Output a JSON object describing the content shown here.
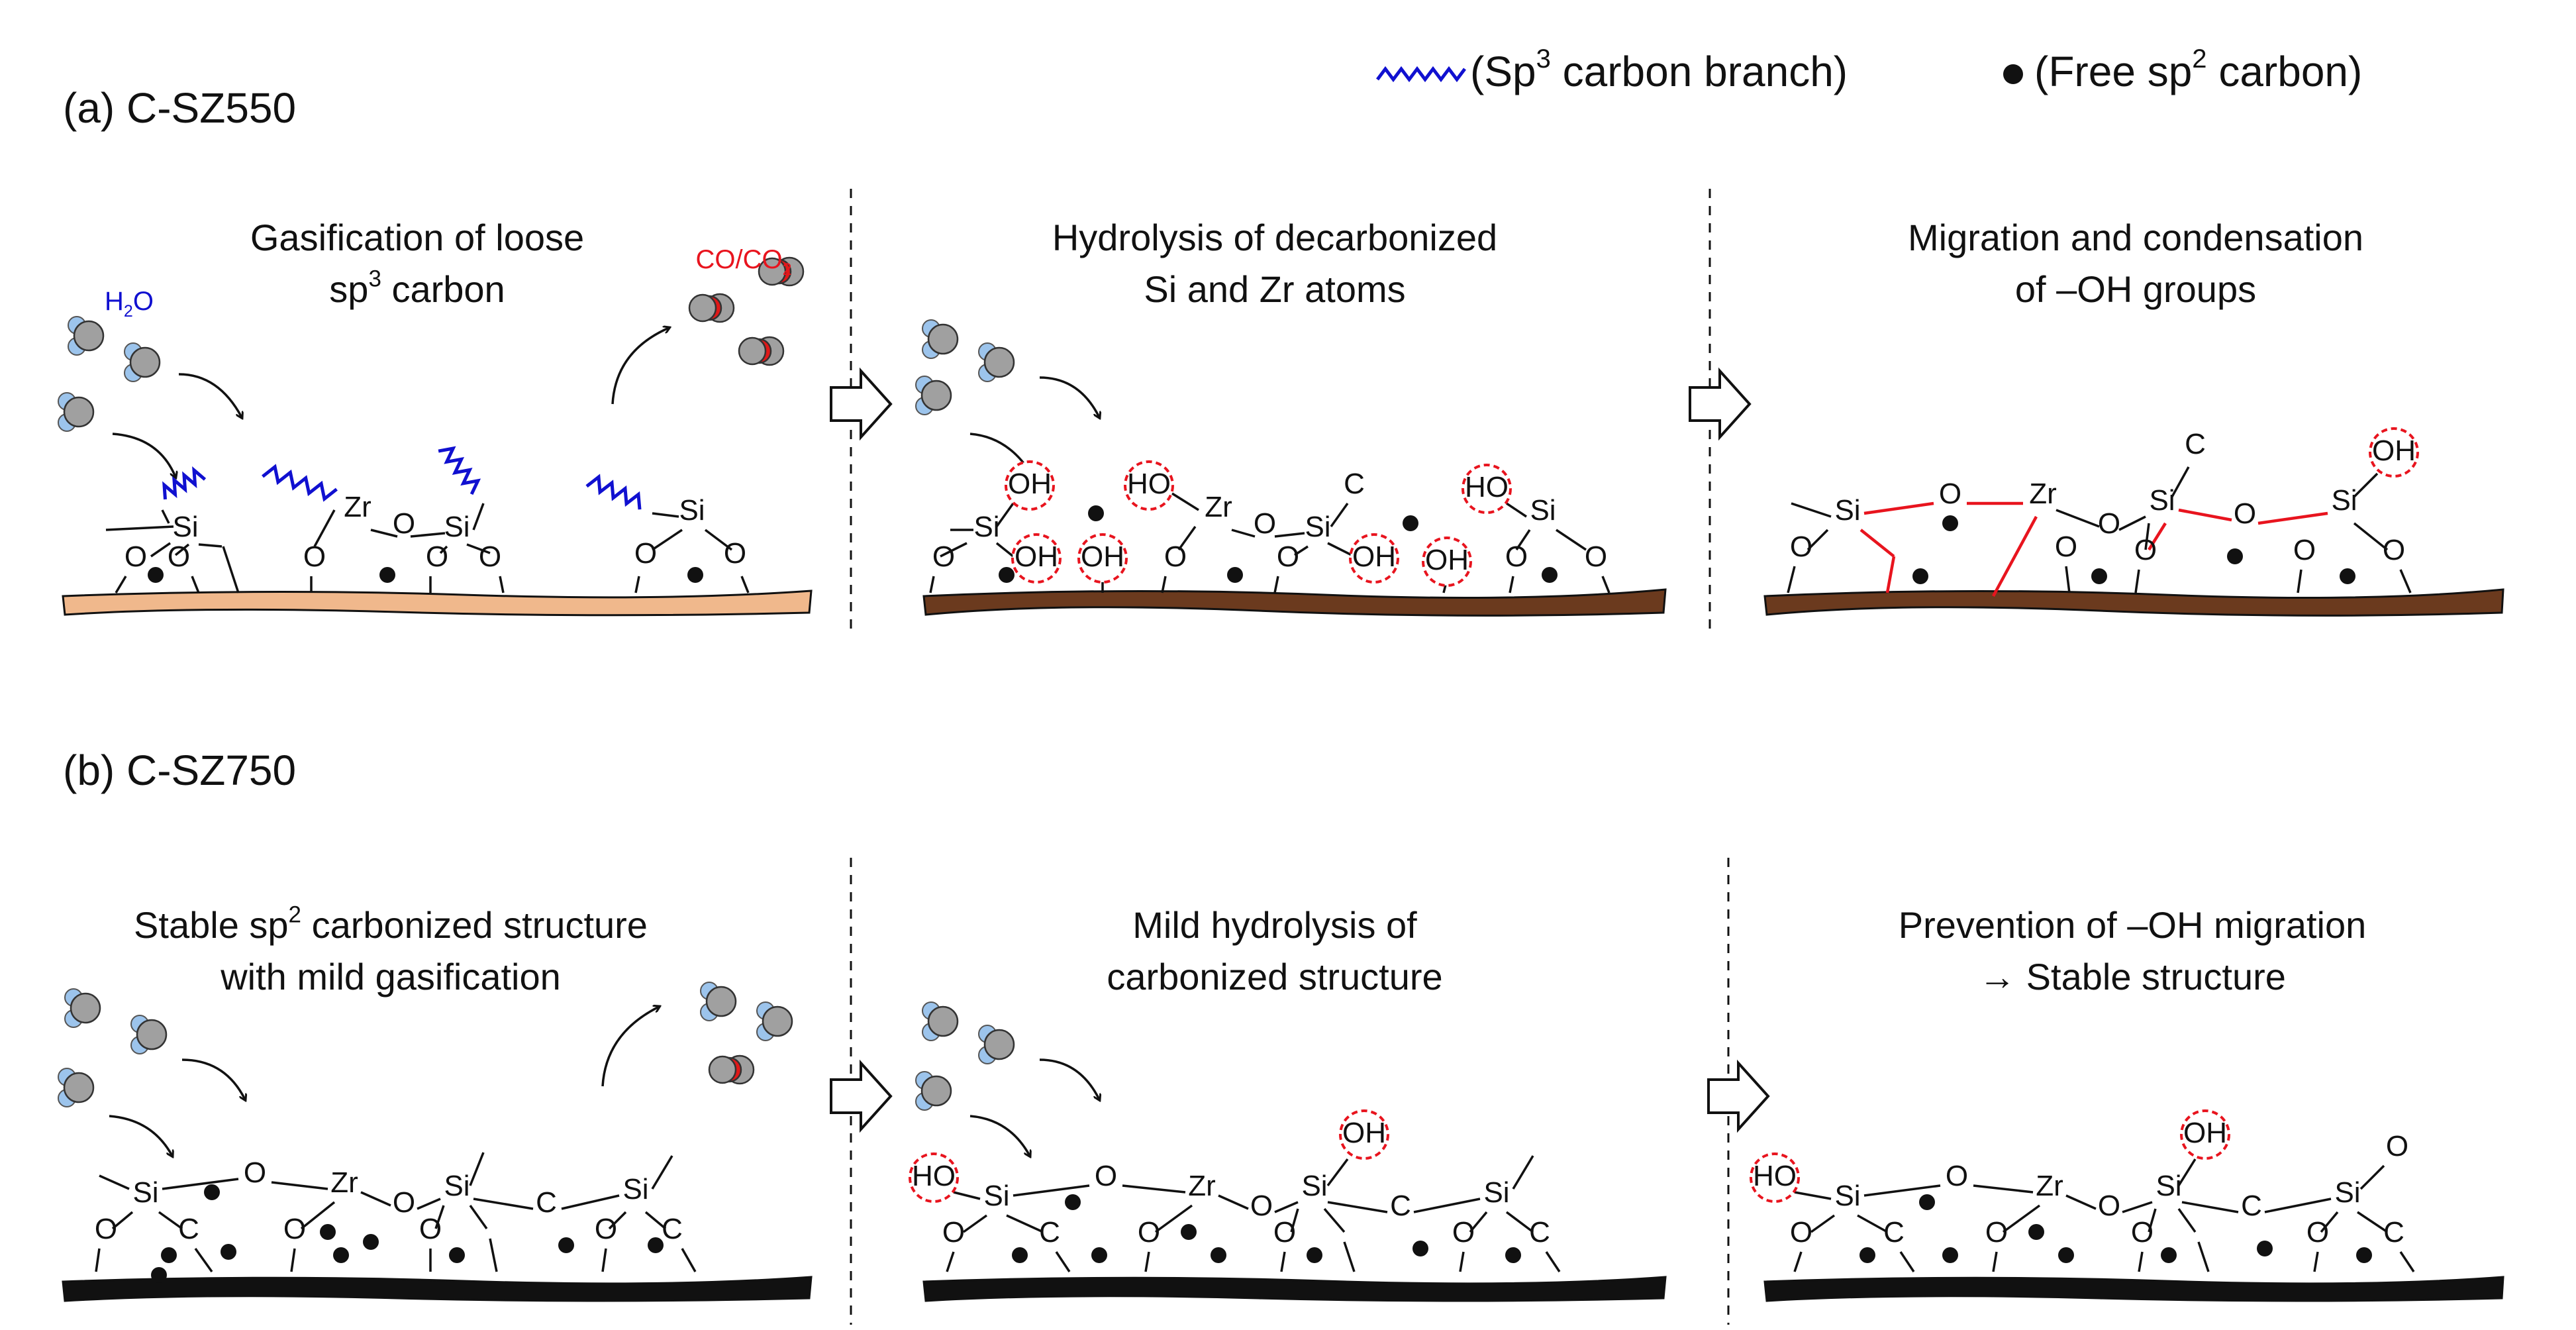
{
  "legend": {
    "sp3_label": "(Sp",
    "sp3_sup": "3",
    "sp3_tail": " carbon branch)",
    "sp2_label": "(Free sp",
    "sp2_sup": "2",
    "sp2_tail": " carbon)"
  },
  "rows": [
    {
      "label": "(a) C-SZ550",
      "stages": [
        {
          "caption": [
            "Gasification of loose",
            "sp|3| carbon"
          ],
          "h2o_label": "H|2|O",
          "coco2_label": "CO/CO|2"
        },
        {
          "caption": [
            "Hydrolysis of decarbonized",
            "Si and Zr atoms"
          ]
        },
        {
          "caption": [
            "Migration and condensation",
            "of –OH groups"
          ]
        }
      ]
    },
    {
      "label": "(b) C-SZ750",
      "stages": [
        {
          "caption": [
            "Stable sp|2| carbonized structure",
            "with mild gasification"
          ]
        },
        {
          "caption": [
            "Mild hydrolysis of",
            "carbonized structure"
          ]
        },
        {
          "caption": [
            "Prevention of –OH migration",
            "→ Stable structure"
          ]
        }
      ]
    }
  ],
  "atoms": {
    "si": "Si",
    "zr": "Zr",
    "o": "O",
    "c": "C",
    "oh": "OH",
    "ho": "HO"
  },
  "colors": {
    "sp3_branch": "#1010d0",
    "highlight_red": "#e8141e",
    "substrate_light": "#f0b88c",
    "substrate_dark": "#6b3a1e",
    "substrate_black": "#111111",
    "water_o": "#a0a0a0",
    "water_h": "#9cc4ec",
    "co_red": "#e01818",
    "text": "#111111"
  }
}
